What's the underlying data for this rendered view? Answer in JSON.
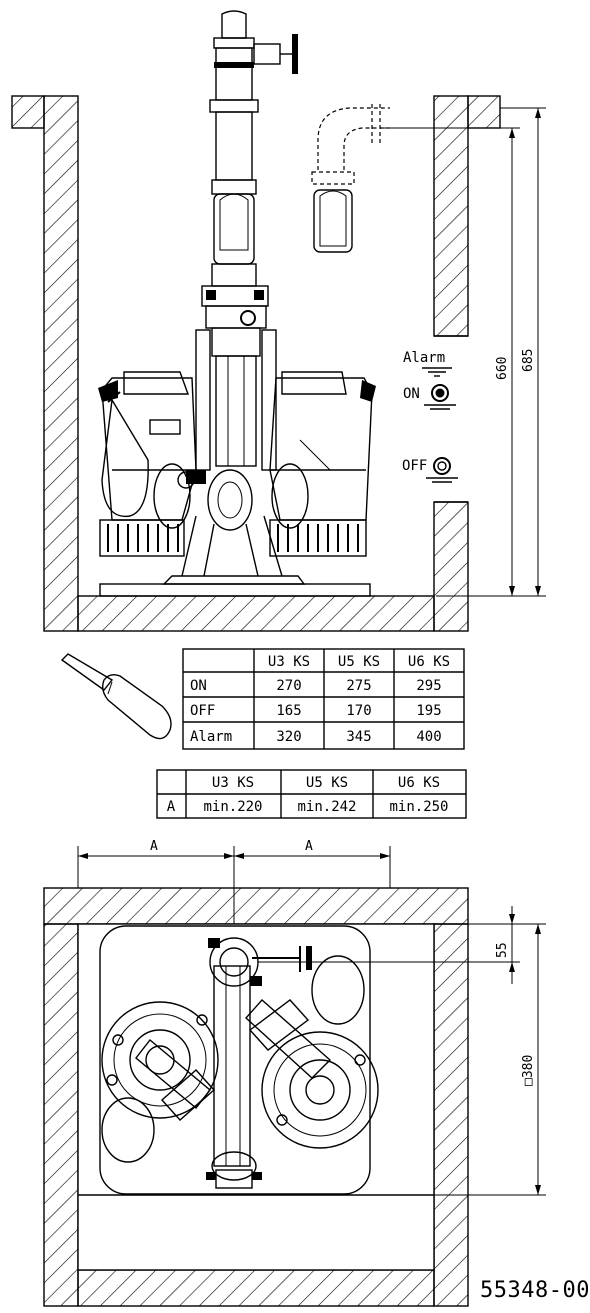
{
  "levels": {
    "alarm": "Alarm",
    "on": "ON",
    "off": "OFF"
  },
  "dimensions": {
    "inner_height": "660",
    "total_height": "685",
    "pipe_offset": "55",
    "sump_size": "□380",
    "spacing_left": "A",
    "spacing_right": "A"
  },
  "switch_table": {
    "columns": [
      "",
      "U3 KS",
      "U5 KS",
      "U6 KS"
    ],
    "rows": [
      [
        "ON",
        "270",
        "275",
        "295"
      ],
      [
        "OFF",
        "165",
        "170",
        "195"
      ],
      [
        "Alarm",
        "320",
        "345",
        "400"
      ]
    ]
  },
  "spacing_table": {
    "columns": [
      "",
      "U3 KS",
      "U5 KS",
      "U6 KS"
    ],
    "rows": [
      [
        "A",
        "min.220",
        "min.242",
        "min.250"
      ]
    ]
  },
  "drawing_number": "55348-00"
}
